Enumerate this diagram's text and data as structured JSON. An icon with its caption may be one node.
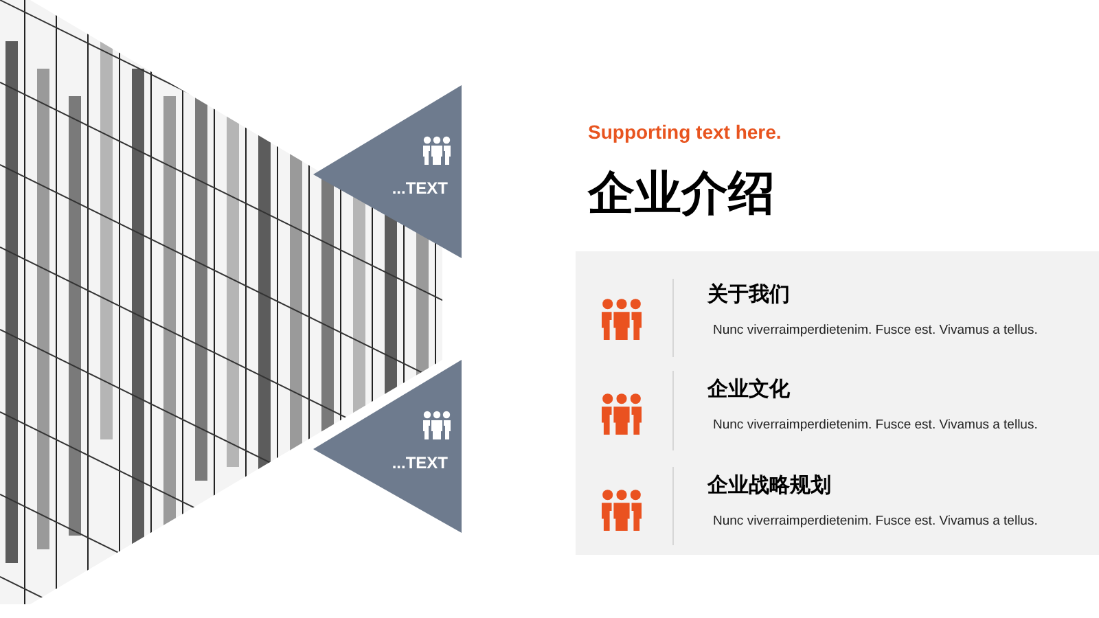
{
  "diagram": {
    "title": "企业介绍",
    "nodes": [
      {
        "text": [
          "...TEXT"
        ]
      },
      {
        "text": [
          "...TEXT"
        ]
      }
    ],
    "labels": [
      "Supporting text here.",
      "关于我们",
      "Nunc viverraimperdietenim. Fusce est. Vivamus a tellus.",
      "企业文化",
      "Nunc viverraimperdietenim. Fusce est. Vivamus a tellus.",
      "企业战略规划",
      "Nunc viverraimperdietenim. Fusce est. Vivamus a tellus."
    ]
  }
}
